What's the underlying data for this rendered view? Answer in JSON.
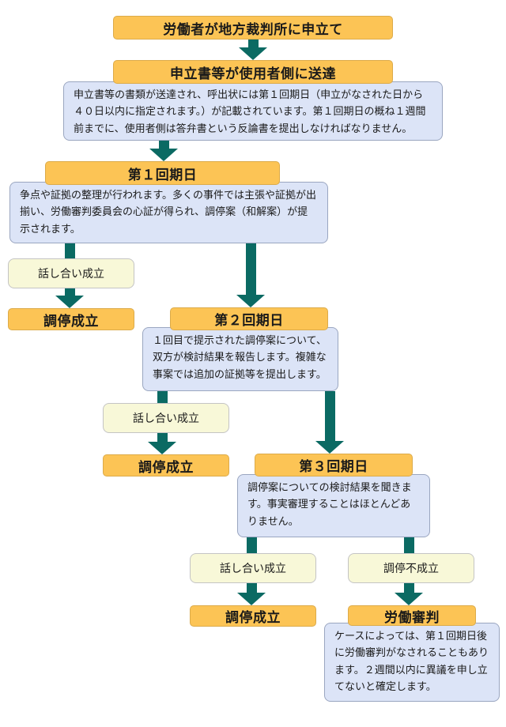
{
  "colors": {
    "background": "#ffffff",
    "node_fill": "#fcc455",
    "node_border": "#dcab4a",
    "note_fill": "#dce4f7",
    "note_border": "#9aa6c0",
    "label_fill": "#f8f8d8",
    "label_border": "#c4c4c4",
    "arrow_color": "#0b6a63",
    "text_color": "#1a1a1a"
  },
  "nodes": {
    "petition": "労働者が地方裁判所に申立て",
    "service": "申立書等が使用者側に送達",
    "session1": "第１回期日",
    "session2": "第２回期日",
    "session3": "第３回期日",
    "talk_success": "話し合い成立",
    "mediation_success": "調停成立",
    "mediation_failure": "調停不成立",
    "labor_award": "労働審判"
  },
  "notes": {
    "service": "申立書等の書類が送達され、呼出状には第１回期日（申立がなされた日から４０日以内に指定されます。）が記載されています。第１回期日の概ね１週間前までに、使用者側は答弁書という反論書を提出しなければなりません。",
    "session1": "争点や証拠の整理が行われます。多くの事件では主張や証拠が出揃い、労働審判委員会の心証が得られ、調停案（和解案）が提示されます。",
    "session2": "１回目で提示された調停案について、双方が検討結果を報告します。複雑な事案では追加の証拠等を提出します。",
    "session3": "調停案についての検討結果を聞きます。事実審理することはほとんどありません。",
    "labor_award": "ケースによっては、第１回期日後に労働審判がなされることもあります。２週間以内に異議を申し立てないと確定します。"
  }
}
